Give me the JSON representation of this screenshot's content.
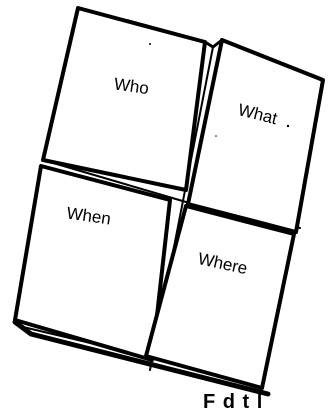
{
  "panels": {
    "top_left": "Who",
    "top_right": "What",
    "bottom_left": "When",
    "bottom_right": "Where"
  },
  "caption_fragment": "F    d   t   l",
  "colors": {
    "ink": "#000000",
    "paper": "#ffffff"
  }
}
